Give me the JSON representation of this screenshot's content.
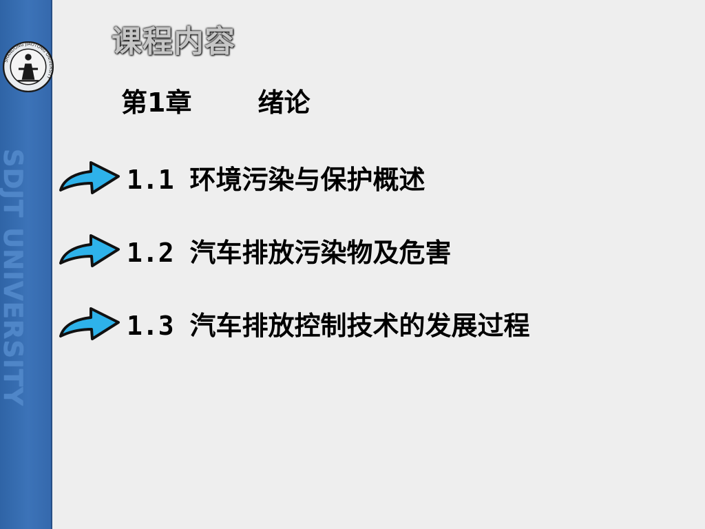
{
  "sidebar": {
    "vertical_text": "SDJT UNIVERSITY",
    "logo_ring_text": "SHANDONG JIAOTONG UNIVERSITY"
  },
  "slide": {
    "title": "课程内容",
    "chapter_number": "第1章",
    "chapter_name": "绪论"
  },
  "topics": [
    {
      "label": "1.1 环境污染与保护概述"
    },
    {
      "label": "1.2 汽车排放污染物及危害"
    },
    {
      "label": "1.3 汽车排放控制技术的发展过程"
    }
  ],
  "colors": {
    "sidebar_blue": "#3c73b8",
    "arrow_fill": "#2eb2ea",
    "background": "#eeeeee"
  }
}
